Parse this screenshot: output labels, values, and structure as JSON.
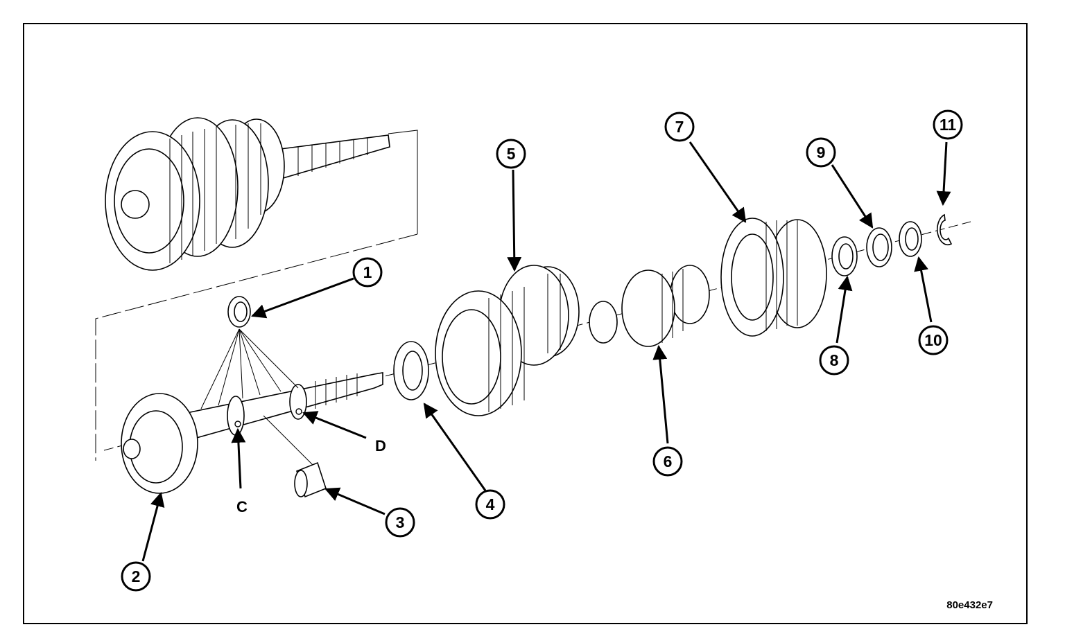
{
  "callouts": [
    {
      "label": "1"
    },
    {
      "label": "2"
    },
    {
      "label": "3"
    },
    {
      "label": "4"
    },
    {
      "label": "5"
    },
    {
      "label": "6"
    },
    {
      "label": "7"
    },
    {
      "label": "8"
    },
    {
      "label": "9"
    },
    {
      "label": "10"
    },
    {
      "label": "11"
    }
  ],
  "letters": {
    "c": "C",
    "d": "D"
  },
  "figure_id": "80e432e7"
}
